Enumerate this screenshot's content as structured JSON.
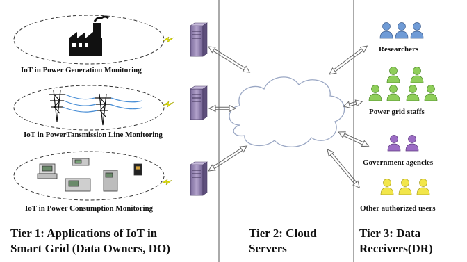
{
  "tier1": {
    "title_line1": "Tier 1: Applications of IoT in",
    "title_line2": "Smart Grid (Data Owners, DO)",
    "generation_label": "IoT in Power Generation Monitoring",
    "transmission_label": "IoT in PowerTansmission Line Monitoring",
    "consumption_label": "IoT in Power Consumption Monitoring"
  },
  "tier2": {
    "title_line1": "Tier 2: Cloud",
    "title_line2": "Servers"
  },
  "tier3": {
    "title_line1": "Tier 3: Data",
    "title_line2": "Receivers(DR)",
    "receivers": [
      "Researchers",
      "Power grid staffs",
      "Government agencies",
      "Other authorized users"
    ]
  },
  "colors": {
    "researchers": "#6f9bd6",
    "power_grid_staffs": "#8fce5a",
    "government_agencies": "#9b6cc4",
    "other_users": "#f2e64a",
    "server": "#9b86b8",
    "lightning": "#e6e600"
  }
}
